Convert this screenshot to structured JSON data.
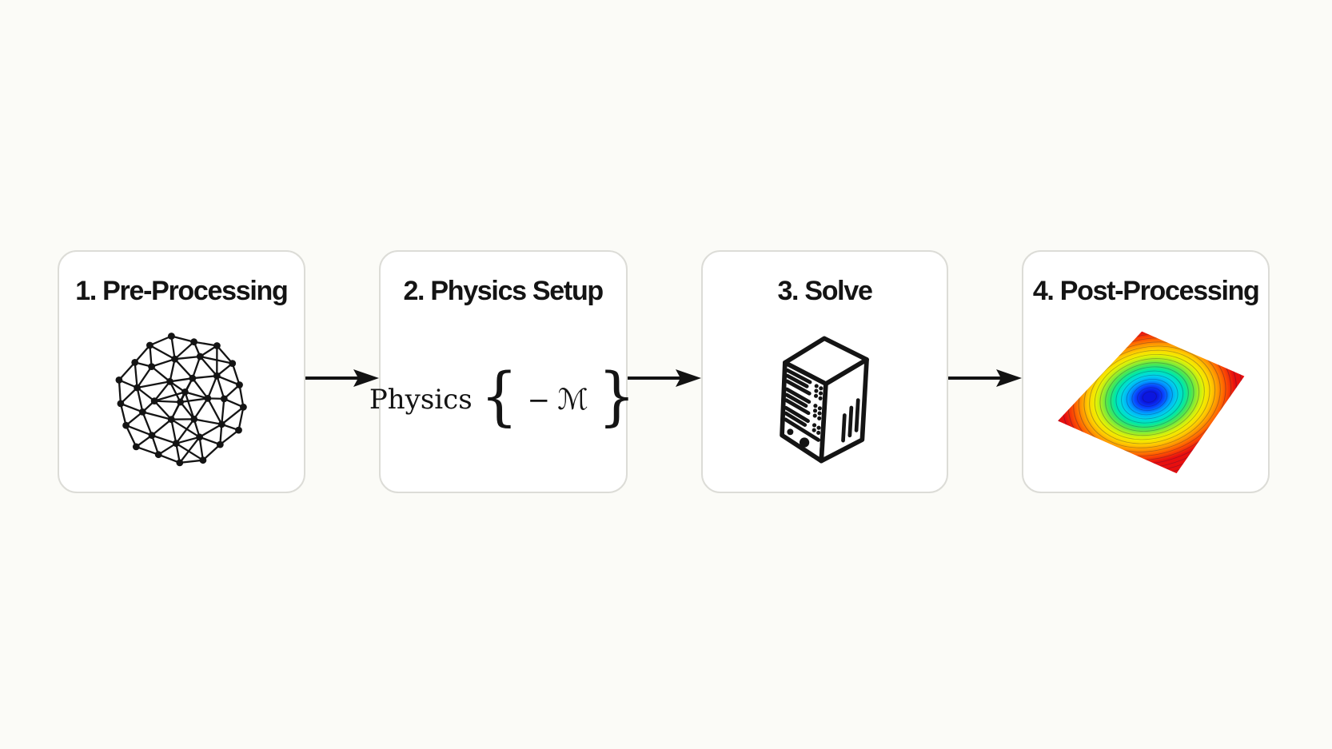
{
  "diagram": {
    "background_color": "#fbfbf7",
    "card_background": "#ffffff",
    "card_border_color": "#dcdcd7",
    "text_color": "#141414",
    "arrow_color": "#121212",
    "steps": [
      {
        "title": "1. Pre-Processing",
        "icon": "mesh-sphere-icon"
      },
      {
        "title": "2. Physics Setup",
        "icon": "physics-equation",
        "equation": {
          "word": "Physics",
          "open_brace": "{",
          "operator": "−",
          "symbol": "ℳ",
          "close_brace": "}"
        }
      },
      {
        "title": "3. Solve",
        "icon": "server-icon"
      },
      {
        "title": "4. Post-Processing",
        "icon": "contour-plot-icon"
      }
    ],
    "contour_colors": [
      "#0b16e0",
      "#0846ff",
      "#00a2ff",
      "#00d8e8",
      "#00e8a8",
      "#46e855",
      "#a8ee22",
      "#eef200",
      "#ffd000",
      "#ff9800",
      "#ff5500",
      "#e80f0f"
    ]
  }
}
